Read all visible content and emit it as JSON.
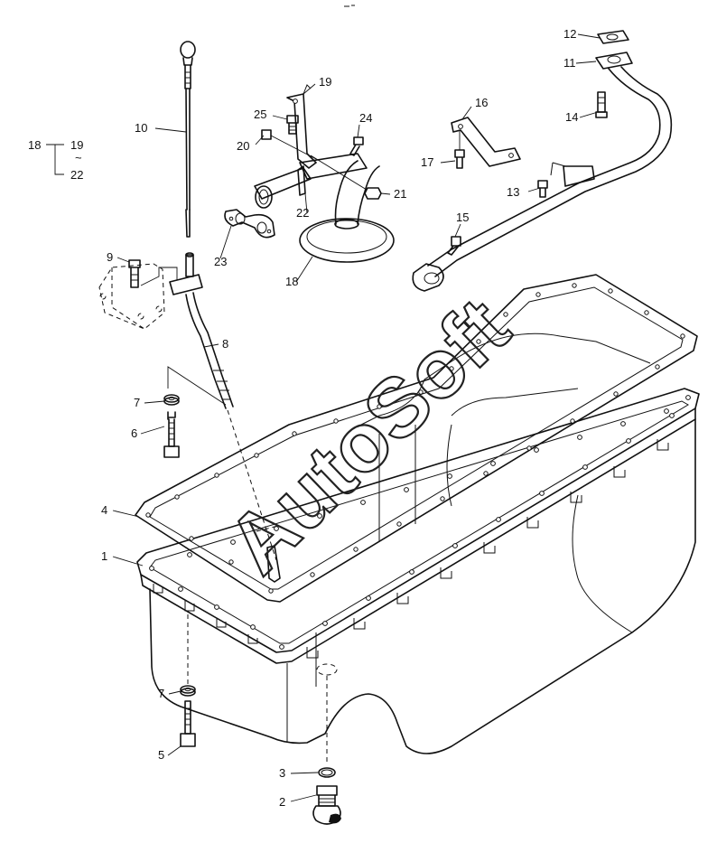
{
  "labels": [
    {
      "id": "1",
      "text": "1"
    },
    {
      "id": "2",
      "text": "2"
    },
    {
      "id": "3",
      "text": "3"
    },
    {
      "id": "4",
      "text": "4"
    },
    {
      "id": "5",
      "text": "5"
    },
    {
      "id": "6",
      "text": "6"
    },
    {
      "id": "7a",
      "text": "7"
    },
    {
      "id": "7b",
      "text": "7"
    },
    {
      "id": "8",
      "text": "8"
    },
    {
      "id": "9",
      "text": "9"
    },
    {
      "id": "10",
      "text": "10"
    },
    {
      "id": "11",
      "text": "11"
    },
    {
      "id": "12",
      "text": "12"
    },
    {
      "id": "13",
      "text": "13"
    },
    {
      "id": "14",
      "text": "14"
    },
    {
      "id": "15",
      "text": "15"
    },
    {
      "id": "16",
      "text": "16"
    },
    {
      "id": "17",
      "text": "17"
    },
    {
      "id": "18",
      "text": "18"
    },
    {
      "id": "19",
      "text": "19"
    },
    {
      "id": "20",
      "text": "20"
    },
    {
      "id": "21",
      "text": "21"
    },
    {
      "id": "22",
      "text": "22"
    },
    {
      "id": "23",
      "text": "23"
    },
    {
      "id": "24",
      "text": "24"
    },
    {
      "id": "25",
      "text": "25"
    }
  ],
  "legend": {
    "parent": "18",
    "from": "19",
    "tilde": "~",
    "to": "22"
  },
  "watermark": "AutoSoft"
}
